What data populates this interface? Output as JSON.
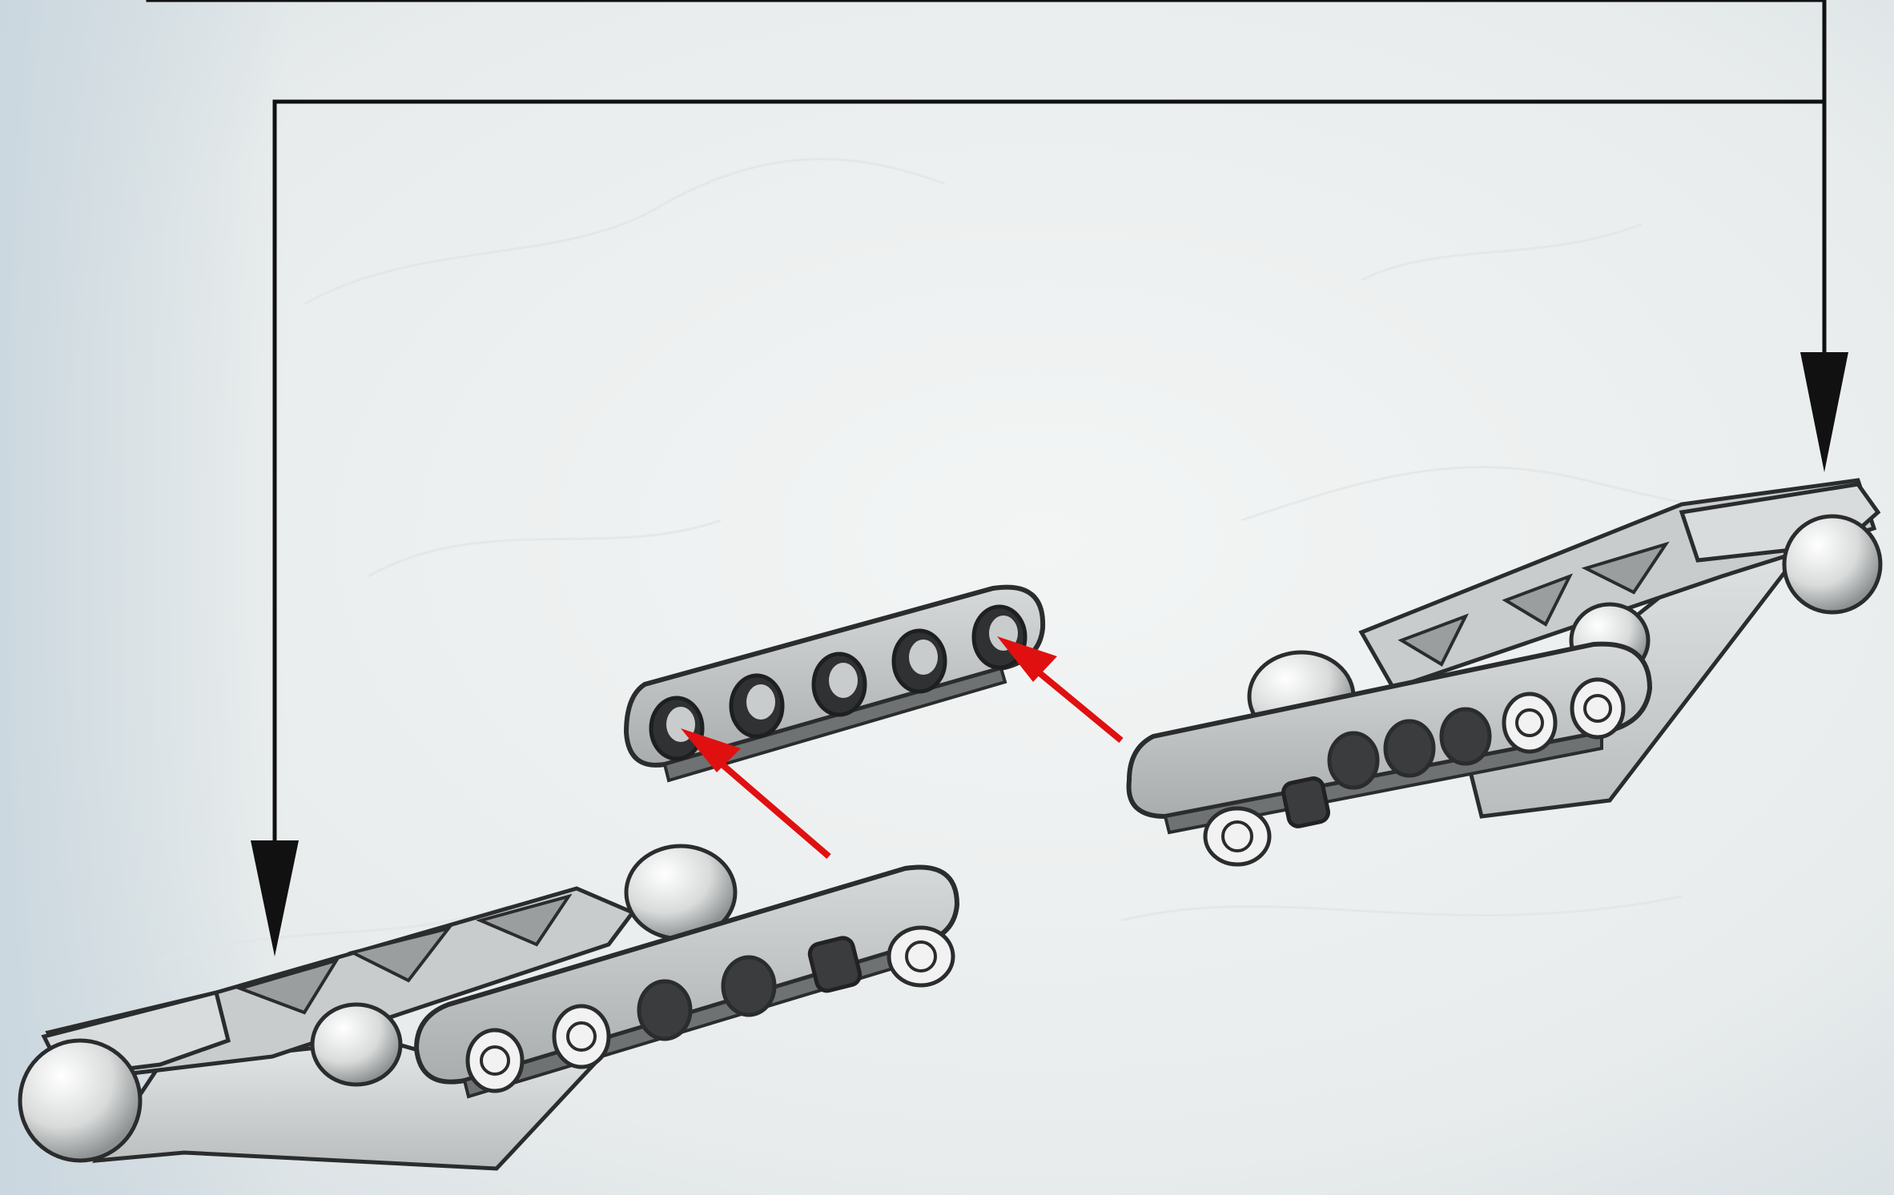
{
  "image": {
    "kind": "building-instruction-step",
    "description_visible_text": ""
  },
  "colors": {
    "background_light": "#f1f3f3",
    "background_shade": "#dde2e3",
    "background_blue_tint": "#cfd9df",
    "guide_lines": "#111111",
    "insert_arrows": "#e01010",
    "part_light_gray": "#c9cccc",
    "part_mid_gray": "#9a9e9f",
    "part_dark": "#2a2c2d",
    "pin_dark": "#3a3c3d",
    "ball_white": "#f2f2f2"
  },
  "parts": {
    "left_limb": "limb-assembly-left",
    "right_limb": "limb-assembly-right",
    "beam": "technic-beam-5"
  },
  "icons": {
    "down_arrow_left": "arrow-down-icon",
    "down_arrow_right": "arrow-down-icon",
    "insert_arrow_1": "red-insert-arrow-icon",
    "insert_arrow_2": "red-insert-arrow-icon"
  }
}
